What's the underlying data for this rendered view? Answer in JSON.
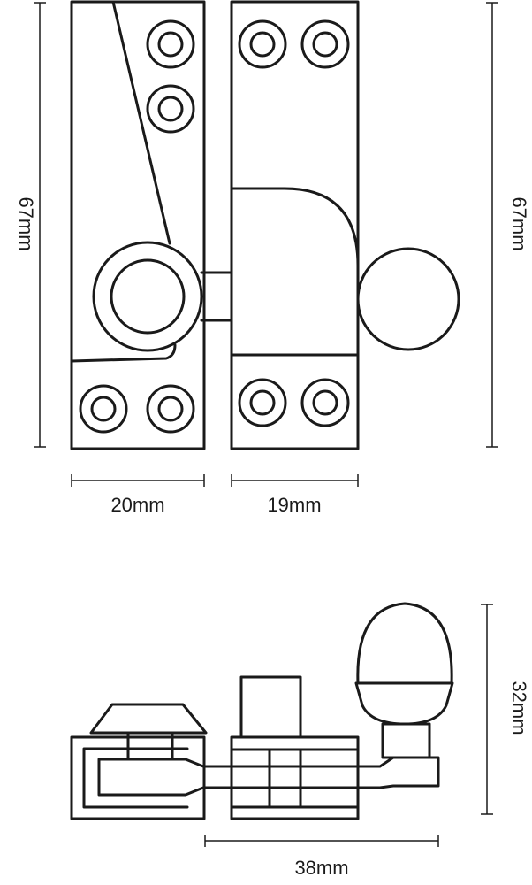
{
  "dimensions": {
    "height_left": "67mm",
    "height_right": "67mm",
    "width_catch": "20mm",
    "width_keep": "19mm",
    "side_height": "32mm",
    "side_length": "38mm"
  }
}
